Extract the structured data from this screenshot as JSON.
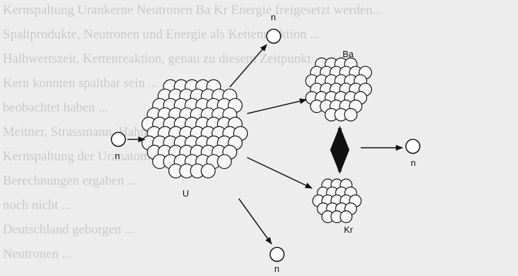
{
  "labels": {
    "neutron_in": "n",
    "neutron_top": "n",
    "neutron_right": "n",
    "neutron_bottom": "n",
    "uranium": "U",
    "barium": "Ba",
    "krypton": "Kr"
  },
  "background_text": [
    "Kernspaltung Urankerne Neutronen Ba Kr Energie freigesetzt werden...",
    "Spaltprodukte, Neutronen und Energie als Kettenreaktion ...",
    "Halbwertszeit, Kettenreaktion, genau zu diesem Zeitpunkt ...",
    "Kern konnten spaltbar sein ...",
    "beobachtet haben ...",
    "Meitner, Strassmann, Hahn, Frisch ...",
    "Kernspaltung der Uranatome ...",
    "Berechnungen ergaben ...",
    "noch nicht ...",
    "Deutschland geborgen ...",
    "Neutronen ..."
  ],
  "colors": {
    "background": "#ededed",
    "ink": "#111111",
    "faint_text": "#c9c9c9"
  }
}
